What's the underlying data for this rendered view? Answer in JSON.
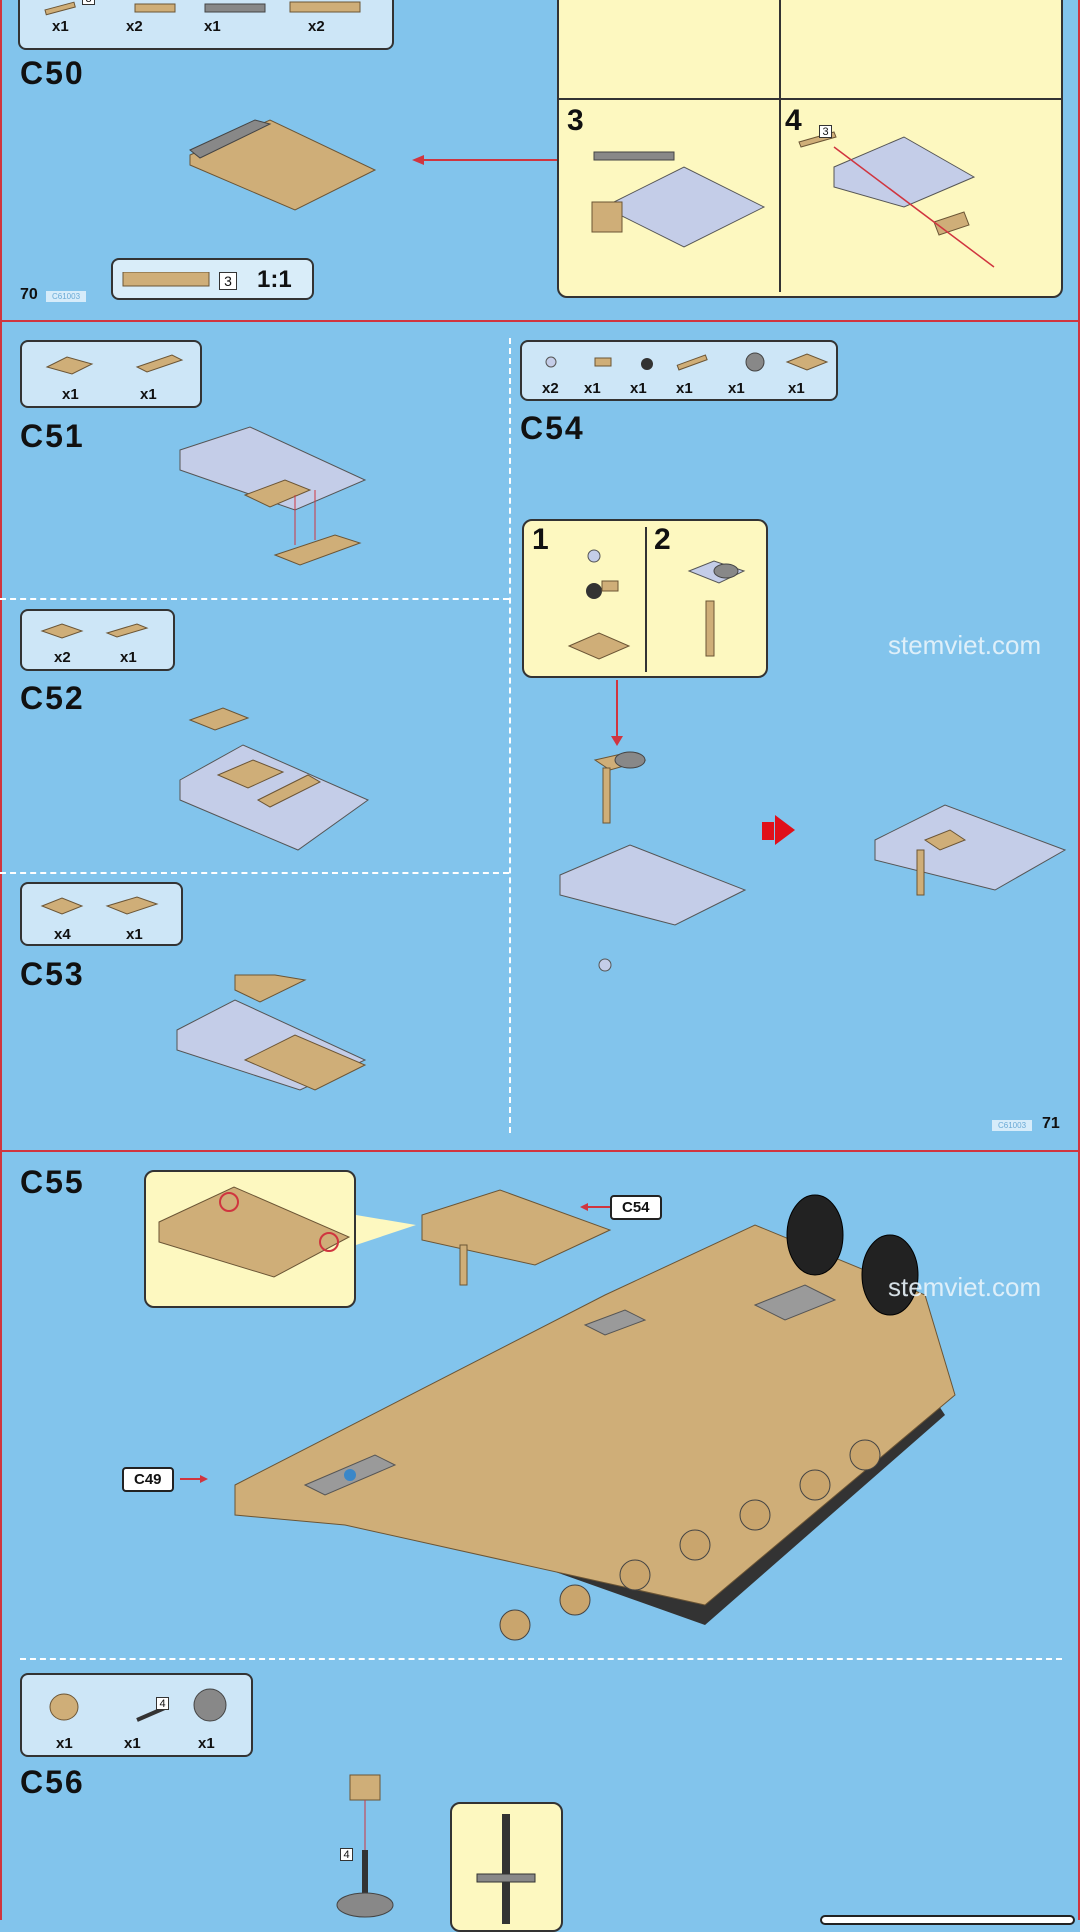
{
  "page_top": {
    "parts_counts": [
      "x1",
      "x2",
      "x1",
      "x2"
    ],
    "part_length_tag": "3",
    "step": "C50",
    "substeps": [
      "3",
      "4"
    ],
    "substep4_tag": "3",
    "scale_tag": "3",
    "scale_label": "1:1",
    "page_number": "70",
    "code": "C61003"
  },
  "page_middle": {
    "c51": {
      "step": "C51",
      "counts": [
        "x1",
        "x1"
      ]
    },
    "c52": {
      "step": "C52",
      "counts": [
        "x2",
        "x1"
      ]
    },
    "c53": {
      "step": "C53",
      "counts": [
        "x4",
        "x1"
      ]
    },
    "c54": {
      "step": "C54",
      "counts": [
        "x2",
        "x1",
        "x1",
        "x1",
        "x1",
        "x1"
      ],
      "substeps": [
        "1",
        "2"
      ]
    },
    "watermark": "stemviet.com",
    "page_number": "71",
    "code": "C61003"
  },
  "page_bottom": {
    "c55": {
      "step": "C55",
      "ref_c54": "C54",
      "ref_c49": "C49"
    },
    "watermark": "stemviet.com",
    "c56": {
      "step": "C56",
      "counts": [
        "x1",
        "x1",
        "x1"
      ],
      "axle_tag": "4",
      "callout_tag": "4"
    }
  },
  "colors": {
    "background": "#82c4ec",
    "panel": "#fdf8c0",
    "divider": "#d0353f",
    "tan": "#cfae78"
  }
}
